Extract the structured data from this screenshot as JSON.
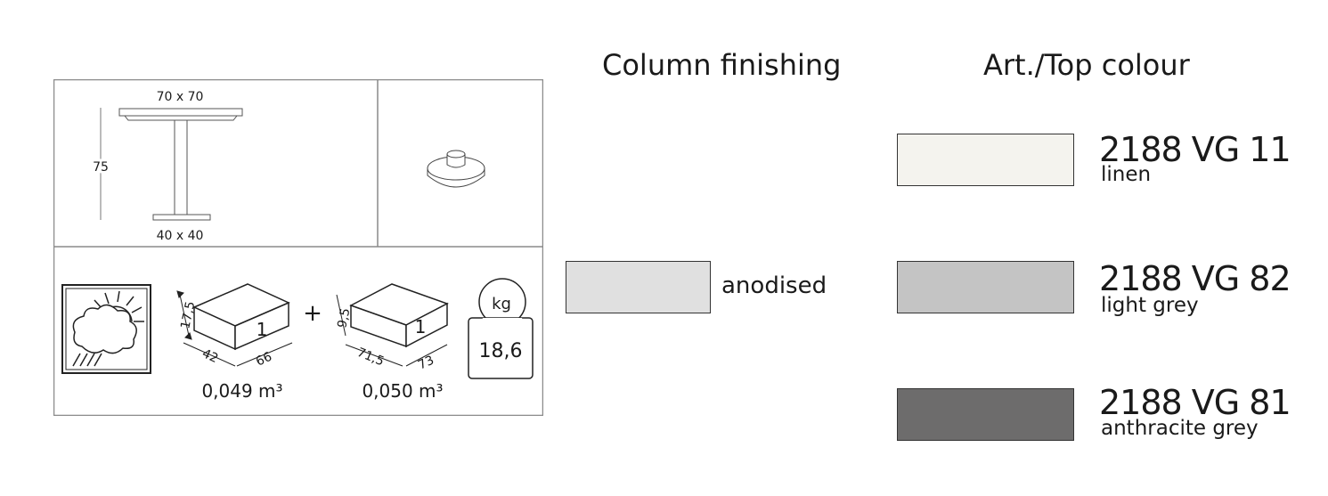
{
  "spec": {
    "top_size": "70 x 70",
    "height": "75",
    "base_size": "40 x 40",
    "box1": {
      "height": "17,5",
      "width": "42",
      "depth": "66",
      "count": "1",
      "volume": "0,049 m³"
    },
    "plus": "+",
    "box2": {
      "height": "9,5",
      "width": "71,5",
      "depth": "73",
      "count": "1",
      "volume": "0,050 m³"
    },
    "weight_unit": "kg",
    "weight": "18,6"
  },
  "column_finishing": {
    "title": "Column finishing",
    "items": [
      {
        "label": "anodised",
        "color": "#e0e0e0"
      }
    ]
  },
  "top_colour": {
    "title": "Art./Top colour",
    "items": [
      {
        "code": "2188 VG 11",
        "name": "linen",
        "color": "#f4f3ee"
      },
      {
        "code": "2188 VG 82",
        "name": "light grey",
        "color": "#c4c4c4"
      },
      {
        "code": "2188 VG 81",
        "name": "anthracite grey",
        "color": "#6d6c6c"
      }
    ]
  }
}
